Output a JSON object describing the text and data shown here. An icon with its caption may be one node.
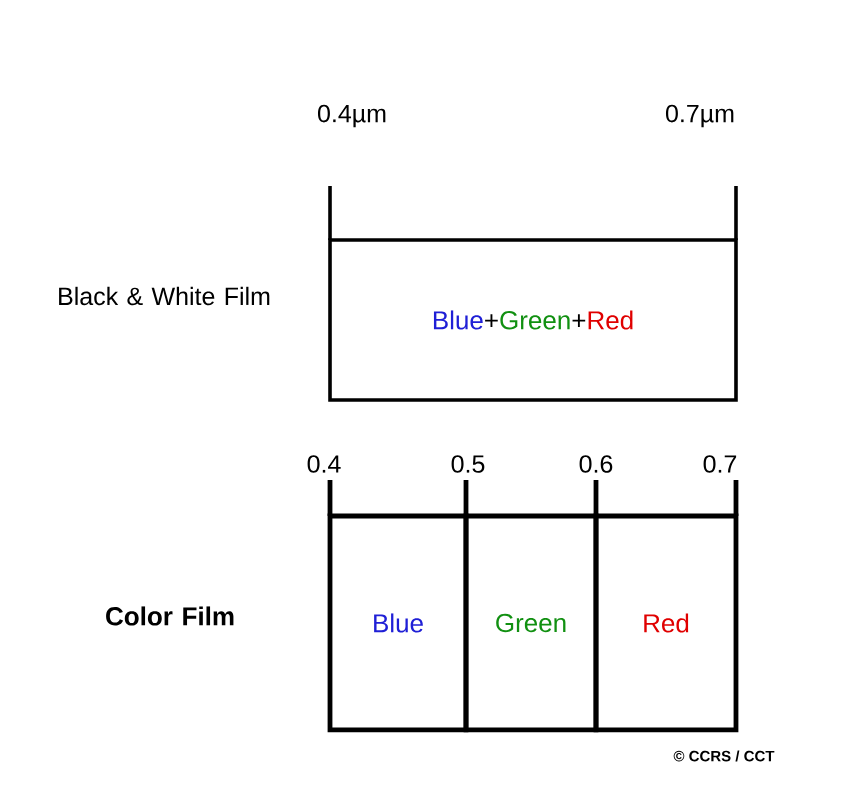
{
  "diagram": {
    "nodes": [
      {
        "text": [
          "Blue",
          "+",
          "Green",
          "+",
          "Red"
        ]
      },
      {
        "text": [
          "Blue"
        ]
      },
      {
        "text": [
          "Green"
        ]
      },
      {
        "text": [
          "Red"
        ]
      }
    ],
    "labels": [
      "0.4µm",
      "0.7µm",
      "Black & White Film",
      "0.4",
      "0.5",
      "0.6",
      "0.7",
      "Color Film",
      "© CCRS / CCT"
    ]
  }
}
